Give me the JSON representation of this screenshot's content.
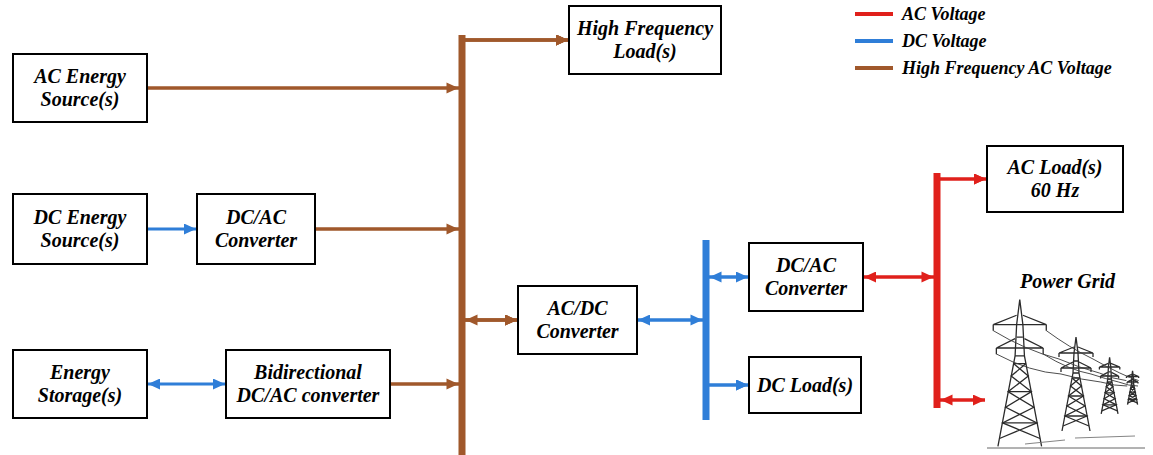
{
  "diagram": {
    "nodes": [
      {
        "text": [
          "AC Energy Source(s)"
        ]
      },
      {
        "text": [
          "High Frequency Load(s)"
        ]
      },
      {
        "text": [
          "DC Energy Source(s)"
        ]
      },
      {
        "text": [
          "DC/AC Converter"
        ]
      },
      {
        "text": [
          "Energy Storage(s)"
        ]
      },
      {
        "text": [
          "Bidirectional DC/AC converter"
        ]
      },
      {
        "text": [
          "AC/DC Converter"
        ]
      },
      {
        "text": [
          "DC/AC Converter"
        ]
      },
      {
        "text": [
          "DC Load(s)"
        ]
      },
      {
        "text": [
          "AC Load(s) 60 Hz"
        ]
      },
      {
        "text": [
          "Power Grid"
        ]
      }
    ],
    "edges": [
      {
        "from": 0,
        "to": 1,
        "arrow": "to"
      },
      {
        "from": 0,
        "to": 6,
        "arrow": "to"
      },
      {
        "from": 2,
        "to": 3,
        "arrow": "to"
      },
      {
        "from": 3,
        "to": 1,
        "arrow": "to"
      },
      {
        "from": 3,
        "to": 6,
        "arrow": "to"
      },
      {
        "from": 4,
        "to": 5,
        "arrow": "both"
      },
      {
        "from": 5,
        "to": 1,
        "arrow": "to"
      },
      {
        "from": 5,
        "to": 6,
        "arrow": "to"
      },
      {
        "from": 6,
        "to": 1,
        "arrow": "to"
      },
      {
        "from": 6,
        "to": 7,
        "arrow": "both"
      },
      {
        "from": 6,
        "to": 8,
        "arrow": "to"
      },
      {
        "from": 7,
        "to": 8,
        "arrow": "to"
      },
      {
        "from": 7,
        "to": 9,
        "arrow": "to"
      },
      {
        "from": 7,
        "to": 10,
        "arrow": "both"
      },
      {
        "from": 10,
        "to": 9,
        "arrow": "to"
      }
    ],
    "legend": [
      {
        "text": "AC Voltage",
        "color": "#e0201b"
      },
      {
        "text": "DC Voltage",
        "color": "#2f7ed8"
      },
      {
        "text": "High Frequency AC Voltage",
        "color": "#a0582b"
      }
    ]
  }
}
